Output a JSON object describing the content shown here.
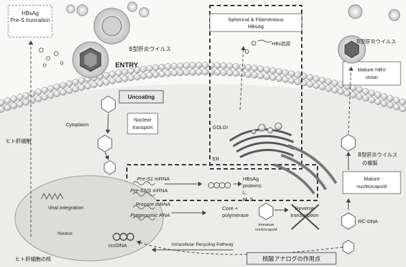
{
  "labels": {
    "hbsag_pres_line1": "HBsAg",
    "hbsag_pres_line2": "Pre-S truncation",
    "hbv_virus_left": "B型肝炎ウイルス",
    "entry": "ENTRY",
    "uncoating": "Uncoating",
    "cytoplasm": "Cytoplasm",
    "human_liver_cell": "ヒト肝細胞",
    "nuclear_transport_line1": "Nuclear",
    "nuclear_transport_line2": "transport",
    "spherical_line1": "Spherical & Filamentous",
    "spherical_line2": "HBsAg",
    "hbs_antigen": "HBs抗原",
    "golgi": "GOLGI",
    "er": "ER",
    "hbv_virus_right": "B型肝炎ウイルス",
    "mature_hbv_line1": "Mature HBV",
    "mature_hbv_line2": "virion",
    "hbv_replication_line1": "B型肝炎ウイルス",
    "hbv_replication_line2": "の複製",
    "mature_nc_line1": "Mature",
    "mature_nc_line2": "nucleocapsid",
    "rc_dna": "RC-DNA",
    "pres1_mrna_italic": "Pre-S1",
    "pres1_mrna_rest": " mRNA",
    "pres2_mrna_italic": "Pre-S2/S",
    "pres2_mrna_rest": " mRNA",
    "precore_mrna": "Precore mRNA",
    "pregenomic_rna": "Pregenomic RNA",
    "hbsag_proteins_line1": "HBsAg",
    "hbsag_proteins_line2": "proteins:",
    "hbsag_proteins_line3": "L,",
    "hbsag_proteins_line4": "M, S",
    "core_poly_line1": "Core +",
    "core_poly_line2": "polymerase",
    "reverse_line1": "Reverse",
    "reverse_line2": "transcription",
    "immature_line1": "Immature",
    "immature_line2": "nucleocapsid",
    "viral_integration": "Viral integration",
    "nucleus_label": "Nucleus",
    "cccdna": "cccDNA",
    "recycling": "Intracellular Recycling Pathway",
    "nucleus_jp": "ヒト肝細胞の核",
    "nucleoside_site": "核酸アナログの作用点"
  },
  "colors": {
    "membrane": "#c9c9c9",
    "membrane_ball": "#d8d8d8",
    "dashed_box": "#555555",
    "cross": "#444444"
  }
}
